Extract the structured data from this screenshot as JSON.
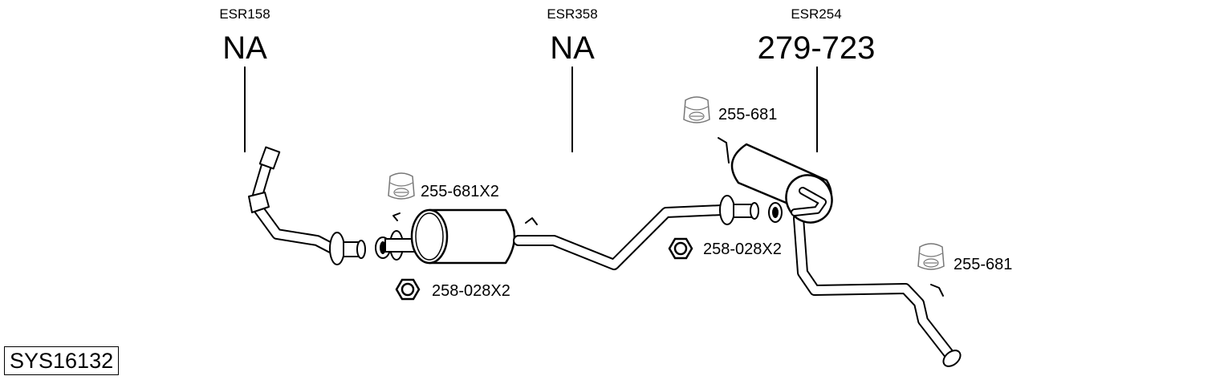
{
  "columns": [
    {
      "code": "ESR158",
      "part": "NA"
    },
    {
      "code": "ESR358",
      "part": "NA"
    },
    {
      "code": "ESR254",
      "part": "279-723"
    }
  ],
  "accessories": [
    {
      "label": "255-681X2",
      "icon": "rubber-hanger-icon"
    },
    {
      "label": "258-028X2",
      "icon": "nut-icon"
    },
    {
      "label": "255-681",
      "icon": "rubber-hanger-icon"
    },
    {
      "label": "258-028X2",
      "icon": "nut-icon"
    },
    {
      "label": "255-681",
      "icon": "rubber-hanger-icon"
    }
  ],
  "system_id": "SYS16132"
}
